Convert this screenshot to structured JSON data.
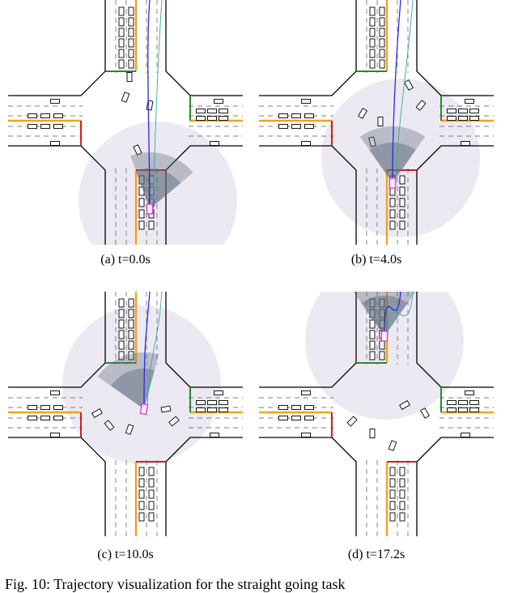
{
  "figure": {
    "panels": [
      {
        "id": "a",
        "label": "(a) t=0.0s",
        "ego": [
          175,
          258
        ],
        "heading": -90,
        "circle": [
          185,
          248
        ],
        "cone_dir": -75
      },
      {
        "id": "b",
        "label": "(b) t=4.0s",
        "ego": [
          165,
          226
        ],
        "heading": -90,
        "circle": [
          175,
          195
        ],
        "cone_dir": -90
      },
      {
        "id": "c",
        "label": "(c) t=10.0s",
        "ego": [
          168,
          145
        ],
        "heading": -80,
        "circle": [
          165,
          115
        ],
        "cone_dir": -110
      },
      {
        "id": "d",
        "label": "(d) t=17.2s",
        "ego": [
          155,
          55
        ],
        "heading": -90,
        "circle": [
          155,
          60
        ],
        "cone_dir": -90
      }
    ],
    "caption": "Fig. 10: Trajectory visualization for the straight going task"
  },
  "colors": {
    "road_line": "#000000",
    "center_line": "#f2a21b",
    "stop_red": "#cc2222",
    "stop_green": "#2a8a2a",
    "ego": "#e040e0",
    "trajectory": "#2a2adf",
    "trajectory_alt": "#3aa8a0",
    "perception": "#5a6a7a",
    "range": "#d8cfe2"
  }
}
